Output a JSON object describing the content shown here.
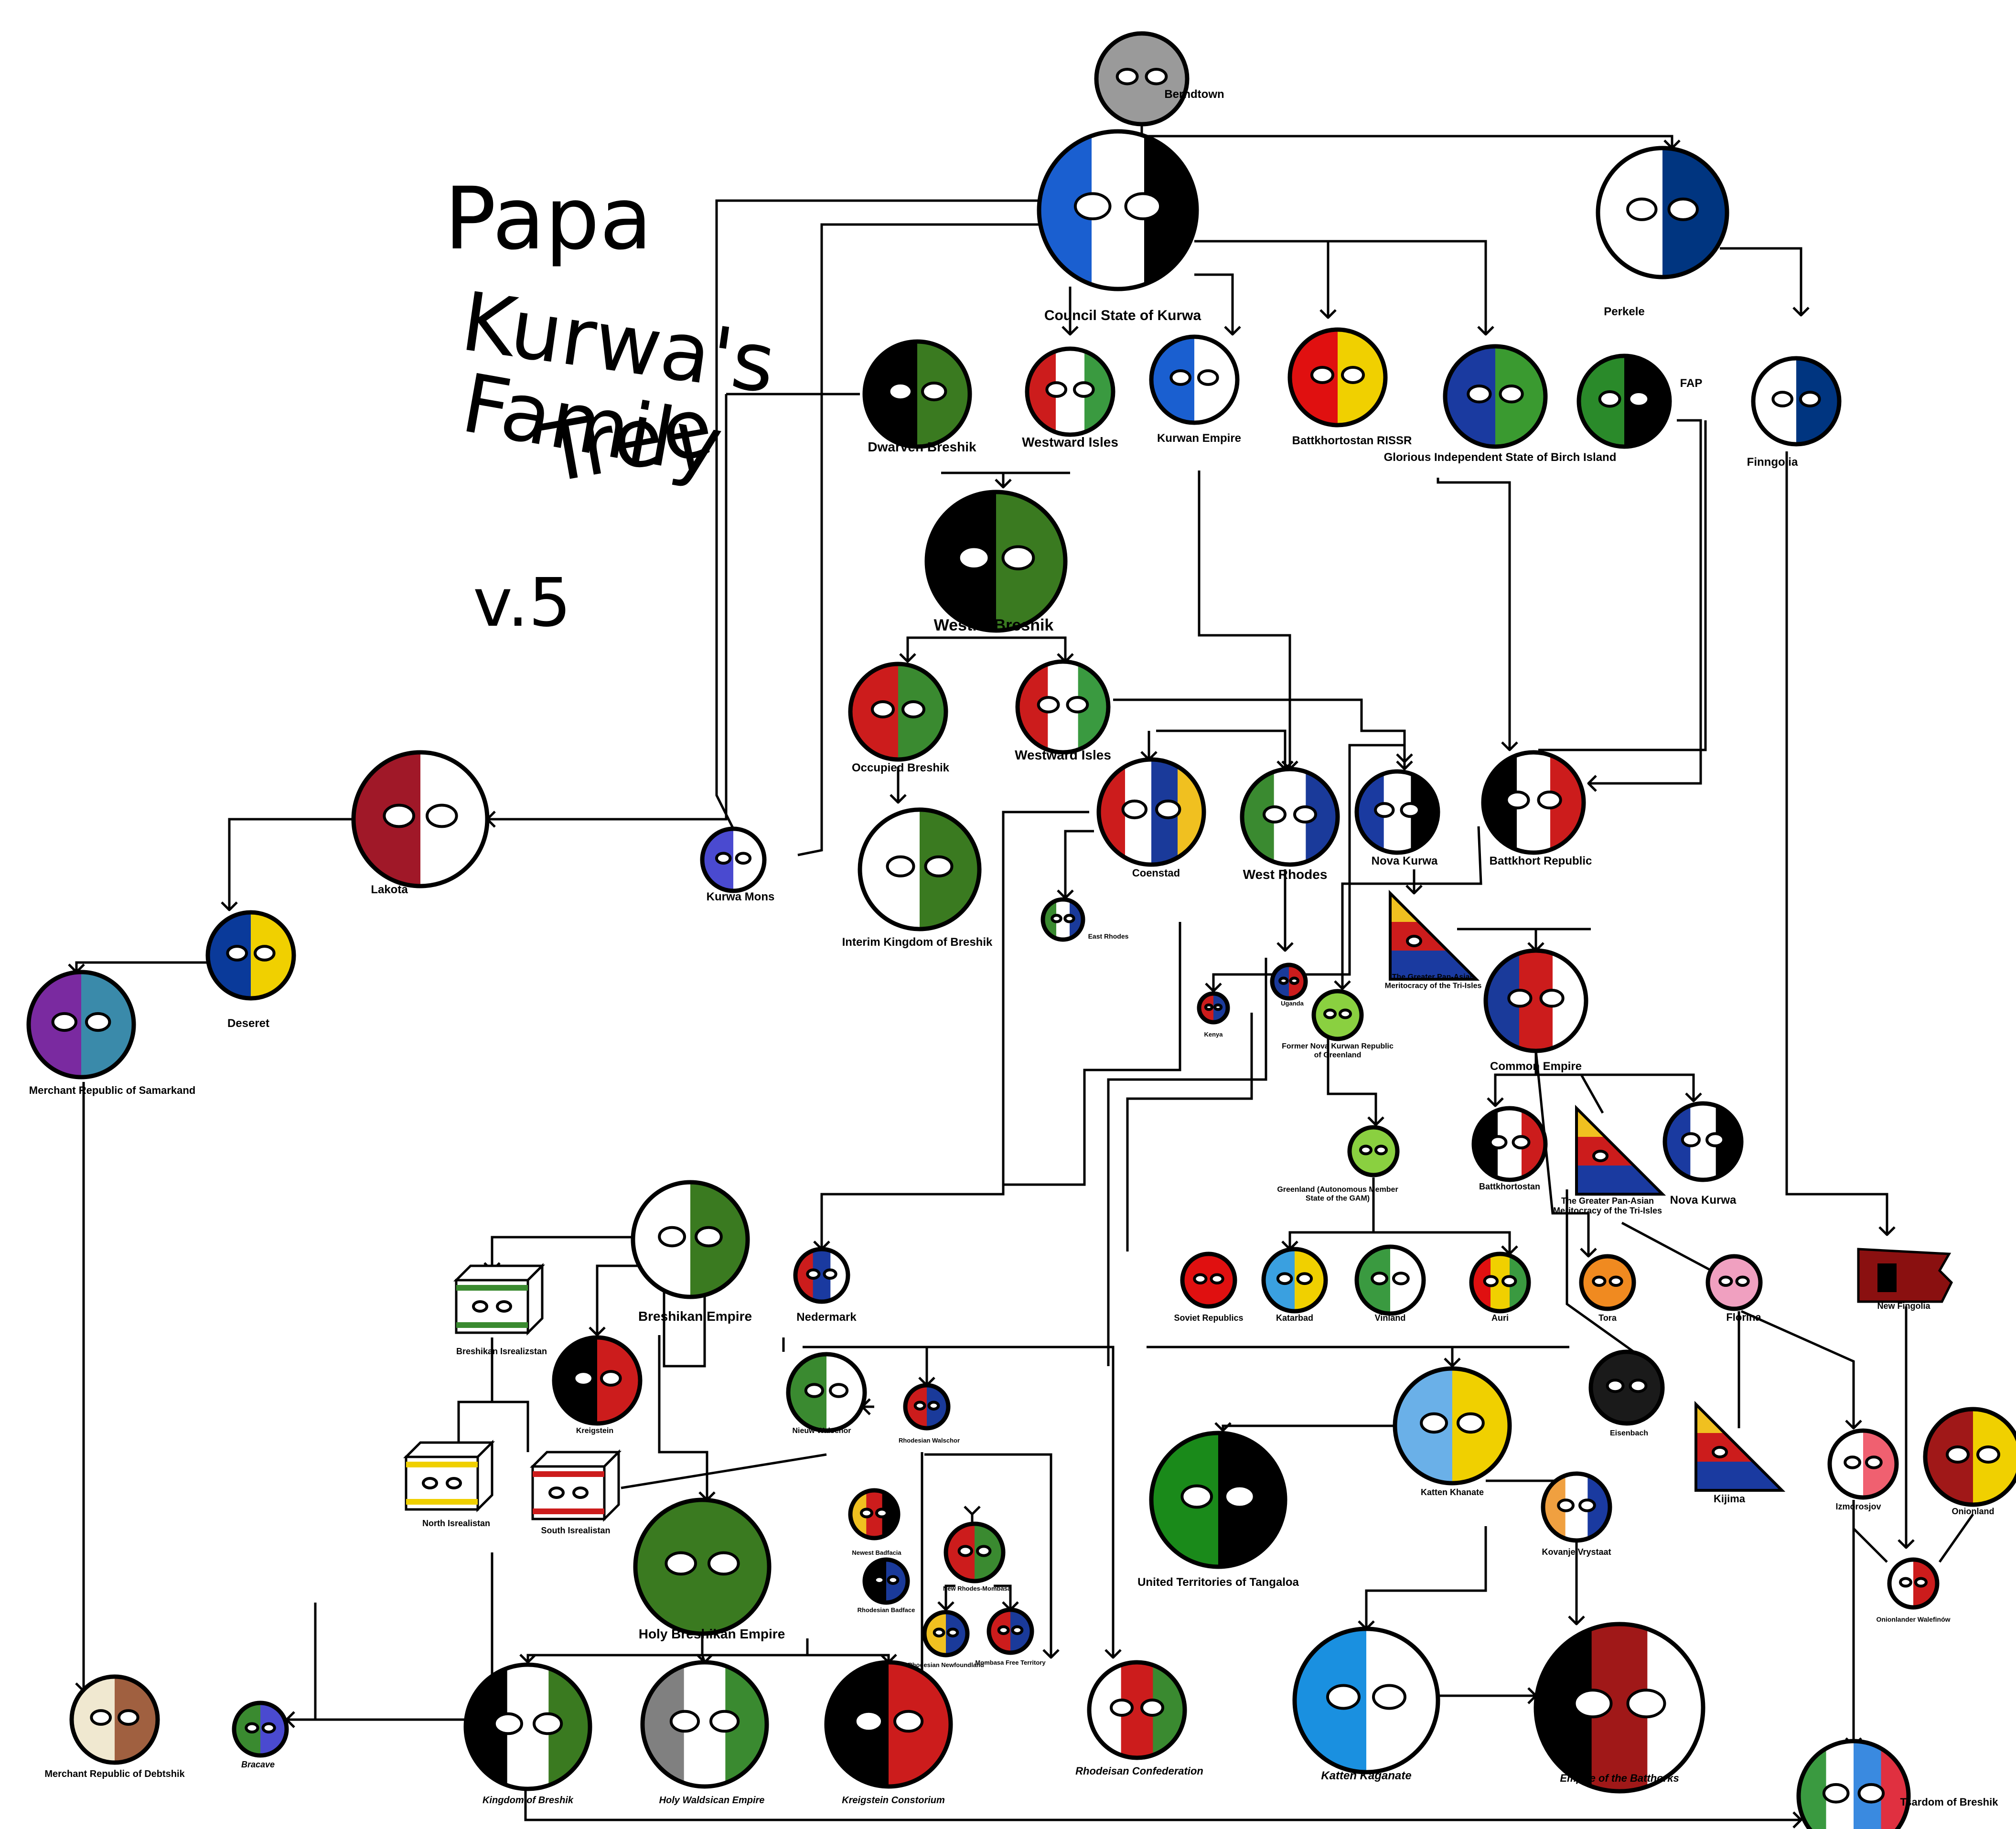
{
  "title": {
    "line1": "Papa",
    "line2": "Kurwa's",
    "line3": "Family",
    "line4": "Tree",
    "version": "v.5"
  },
  "nodes": {
    "berndtown": {
      "label": "Berndtown",
      "colors": [
        "#9a9a9a"
      ]
    },
    "council": {
      "label": "Council State of Kurwa",
      "colors": [
        "#1a5fd0",
        "#ffffff",
        "#000000"
      ]
    },
    "perkele": {
      "label": "Perkele",
      "colors": [
        "#ffffff",
        "#003580"
      ]
    },
    "finngolia": {
      "label": "Finngolia",
      "colors": [
        "#ffffff",
        "#003580"
      ]
    },
    "dwarven": {
      "label": "Dwarven Breshik",
      "colors": [
        "#000000",
        "#3a7a20"
      ]
    },
    "westward1": {
      "label": "Westward Isles",
      "colors": [
        "#cc1c1c",
        "#ffffff",
        "#3a9a40"
      ]
    },
    "kurwan_empire": {
      "label": "Kurwan Empire",
      "colors": [
        "#1a5fd0",
        "#ffffff"
      ]
    },
    "battk_rissr": {
      "label": "Battkhortostan RISSR",
      "colors": [
        "#e01010",
        "#f0d000"
      ]
    },
    "birch": {
      "label": "Glorious Independent State of Birch Island",
      "colors": [
        "#1a3aa0",
        "#3a9a30"
      ]
    },
    "fap": {
      "label": "FAP",
      "colors": [
        "#2a8a2a",
        "#000000"
      ]
    },
    "westro": {
      "label": "Westro-Breshik",
      "colors": [
        "#000000",
        "#3a7a20"
      ]
    },
    "occupied": {
      "label": "Occupied Breshik",
      "colors": [
        "#cc1c1c",
        "#3a8a30"
      ]
    },
    "westward2": {
      "label": "Westward Isles",
      "colors": [
        "#cc1c1c",
        "#ffffff",
        "#3a9a40"
      ]
    },
    "lakota": {
      "label": "Lakota",
      "colors": [
        "#a01828",
        "#ffffff"
      ]
    },
    "deseret": {
      "label": "Deseret",
      "colors": [
        "#0a3a9a",
        "#f0d000"
      ]
    },
    "samarkand": {
      "label": "Merchant Republic of Samarkand",
      "colors": [
        "#7a2aa0",
        "#3a8aaa"
      ]
    },
    "kurwa_mons": {
      "label": "Kurwa Mons",
      "colors": [
        "#4a4ad0",
        "#ffffff"
      ]
    },
    "interim": {
      "label": "Interim Kingdom of Breshik",
      "colors": [
        "#ffffff",
        "#3a7a20"
      ]
    },
    "coenstad": {
      "label": "Coenstad",
      "colors": [
        "#cc1c1c",
        "#ffffff",
        "#1a3a9a",
        "#f0c020"
      ]
    },
    "west_rhodes": {
      "label": "West Rhodes",
      "colors": [
        "#3a8a30",
        "#ffffff",
        "#1a3a9a"
      ]
    },
    "nova_kurwa1": {
      "label": "Nova Kurwa",
      "colors": [
        "#1a3aa0",
        "#ffffff",
        "#000000"
      ]
    },
    "battk_republic": {
      "label": "Battkhort Republic",
      "colors": [
        "#000000",
        "#ffffff",
        "#cc1c1c"
      ]
    },
    "east_rhodes": {
      "label": "East Rhodes",
      "colors": [
        "#3a8a30",
        "#ffffff",
        "#1a3a9a"
      ]
    },
    "uganda": {
      "label": "Uganda",
      "colors": [
        "#1a3a9a",
        "#cc1c1c"
      ]
    },
    "kenya": {
      "label": "Kenya",
      "colors": [
        "#cc1c1c",
        "#1a3a9a"
      ]
    },
    "greater_pan1": {
      "label": "The Greater Pan-Asian Meritocracy of the Tri-Isles",
      "colors": [
        "#f0c020",
        "#cc1c1c",
        "#1a3aa0"
      ]
    },
    "former_nova": {
      "label": "Former Nova Kurwan Republic of Greenland",
      "colors": [
        "#8ad040"
      ]
    },
    "common_empire": {
      "label": "Common Empire",
      "colors": [
        "#1a3a9a",
        "#cc1c1c",
        "#ffffff"
      ]
    },
    "greenland": {
      "label": "Greenland (Autonomous Member State of the GAM)",
      "colors": [
        "#8ad040"
      ]
    },
    "battkhortostan": {
      "label": "Battkhortostan",
      "colors": [
        "#000000",
        "#ffffff",
        "#cc1c1c"
      ]
    },
    "greater_pan2": {
      "label": "The Greater Pan-Asian Meritocracy of the Tri-Isles",
      "colors": [
        "#f0c020",
        "#cc1c1c",
        "#1a3aa0"
      ]
    },
    "nova_kurwa2": {
      "label": "Nova Kurwa",
      "colors": [
        "#1a3aa0",
        "#ffffff",
        "#000000"
      ]
    },
    "soviet": {
      "label": "Soviet Republics",
      "colors": [
        "#e01010"
      ]
    },
    "katarbad": {
      "label": "Katarbad",
      "colors": [
        "#3aa0e0",
        "#f0d000"
      ]
    },
    "vinland": {
      "label": "Vinland",
      "colors": [
        "#3a9a40",
        "#ffffff"
      ]
    },
    "auri": {
      "label": "Auri",
      "colors": [
        "#e01010",
        "#f0d000",
        "#3a9a40"
      ]
    },
    "tora": {
      "label": "Tora",
      "colors": [
        "#f08a20"
      ]
    },
    "florina": {
      "label": "Florina",
      "colors": [
        "#f0a0c0"
      ]
    },
    "new_fingolia": {
      "label": "New Fingolia",
      "colors": [
        "#8a1010",
        "#000000"
      ]
    },
    "breshikan_empire": {
      "label": "Breshikan Empire",
      "colors": [
        "#ffffff",
        "#3a7a20"
      ]
    },
    "nedermark": {
      "label": "Nedermark",
      "colors": [
        "#cc1c1c",
        "#1a3aa0",
        "#ffffff"
      ]
    },
    "breshikan_isr": {
      "label": "Breshikan Isrealizstan",
      "colors": [
        "#ffffff",
        "#3a8a30"
      ]
    },
    "kreigstein": {
      "label": "Kreigstein",
      "colors": [
        "#000000",
        "#cc1c1c"
      ]
    },
    "nieuw_walschor": {
      "label": "Nieuw Walschor",
      "colors": [
        "#3a8a30",
        "#ffffff"
      ]
    },
    "rhodesian_walschor": {
      "label": "Rhodesian Walschor",
      "colors": [
        "#cc1c1c",
        "#1a3a9a"
      ]
    },
    "north_isr": {
      "label": "North Isrealistan",
      "colors": [
        "#ffffff",
        "#f0d000"
      ]
    },
    "south_isr": {
      "label": "South Isrealistan",
      "colors": [
        "#ffffff",
        "#cc1c1c"
      ]
    },
    "holy_breshikan": {
      "label": "Holy Breshikan Empire",
      "colors": [
        "#3a7a20"
      ]
    },
    "newest_badfacia": {
      "label": "Newest Badfacia",
      "colors": [
        "#f0c020",
        "#cc1c1c",
        "#000000"
      ]
    },
    "rhodesian_badface": {
      "label": "Rhodesian Badface",
      "colors": [
        "#000000",
        "#1a3a9a"
      ]
    },
    "new_rhodes_mombasa": {
      "label": "New Rhodes-Mombasa",
      "colors": [
        "#cc1c1c",
        "#3a8a30"
      ]
    },
    "rhodesian_newfoundland": {
      "label": "Rhodesian Newfoundland",
      "colors": [
        "#f0c020",
        "#1a3a9a"
      ]
    },
    "mombasa_free": {
      "label": "Mombasa Free Territory",
      "colors": [
        "#cc1c1c",
        "#1a3a9a"
      ]
    },
    "tangaloa": {
      "label": "United Territories of Tangaloa",
      "colors": [
        "#1a8a1a",
        "#000000"
      ]
    },
    "katten_khanate": {
      "label": "Katten Khanate",
      "colors": [
        "#6ab0e8",
        "#f0d000"
      ]
    },
    "eisenbach": {
      "label": "Eisenbach",
      "colors": [
        "#1a1a1a"
      ]
    },
    "kijima": {
      "label": "Kijima",
      "colors": [
        "#f0c020",
        "#cc1c1c",
        "#1a3aa0"
      ]
    },
    "izmorosjov": {
      "label": "Izmorosjov",
      "colors": [
        "#ffffff",
        "#f06070"
      ]
    },
    "onionland": {
      "label": "Onionland",
      "colors": [
        "#a01818",
        "#f0d000"
      ]
    },
    "kovanje": {
      "label": "Kovanje Vrystaat",
      "colors": [
        "#f0a040",
        "#ffffff",
        "#1a3aa0"
      ]
    },
    "onionlander": {
      "label": "Onionlander Walefinów",
      "colors": [
        "#ffffff",
        "#cc1c1c"
      ]
    },
    "debtshik": {
      "label": "Merchant Republic of Debtshik",
      "colors": [
        "#f0e8d0",
        "#a06040"
      ]
    },
    "bracave": {
      "label": "Bracave",
      "colors": [
        "#3a8a30",
        "#4a4ad0"
      ]
    },
    "kingdom_breshik": {
      "label": "Kingdom of Breshik",
      "colors": [
        "#000000",
        "#ffffff",
        "#3a7a20"
      ]
    },
    "holy_waldsican": {
      "label": "Holy Waldsican Empire",
      "colors": [
        "#808080",
        "#ffffff",
        "#3a8a30"
      ]
    },
    "kreigstein_cons": {
      "label": "Kreigstein Constorium",
      "colors": [
        "#000000",
        "#cc1c1c"
      ]
    },
    "rhodeisan_conf": {
      "label": "Rhodeisan Confederation",
      "colors": [
        "#ffffff",
        "#cc1c1c",
        "#3a8a30"
      ]
    },
    "katten_kaganate": {
      "label": "Katten Kaganate",
      "colors": [
        "#1a90e0",
        "#ffffff"
      ]
    },
    "batthorks": {
      "label": "Empire of the Batthorks",
      "colors": [
        "#000000",
        "#a01818",
        "#ffffff"
      ]
    },
    "tsardom": {
      "label": "Tsardom of Breshik",
      "colors": [
        "#3a9a40",
        "#ffffff",
        "#3a8ae0",
        "#e03040"
      ]
    }
  }
}
